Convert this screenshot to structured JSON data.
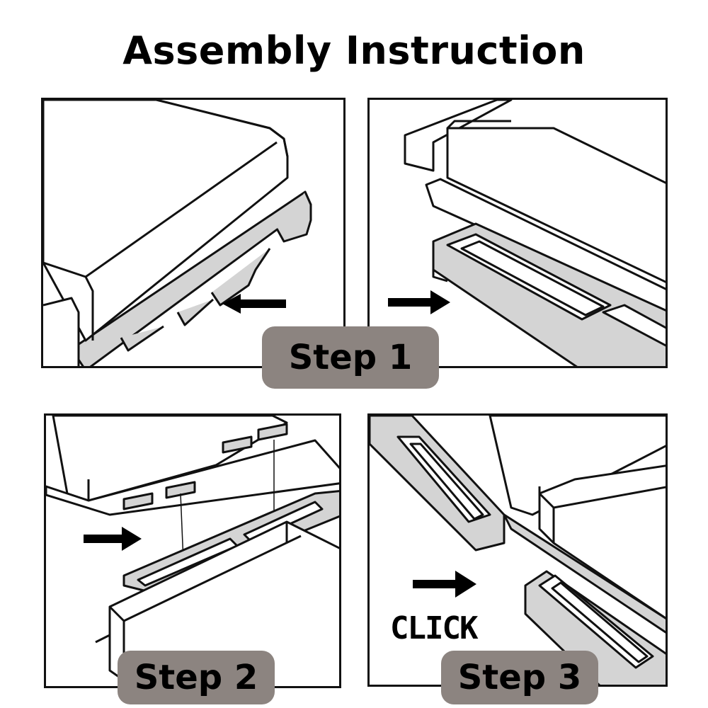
{
  "title": "Assembly Instruction",
  "steps": [
    {
      "label": "Step 1"
    },
    {
      "label": "Step 2"
    },
    {
      "label": "Step 3"
    }
  ],
  "click_text": "CLICK",
  "colors": {
    "label_bg": "#8c8480",
    "tray_gray": "#d4d4d4",
    "line": "#111111"
  },
  "icons": [
    "arrow-left-icon",
    "arrow-right-icon"
  ]
}
